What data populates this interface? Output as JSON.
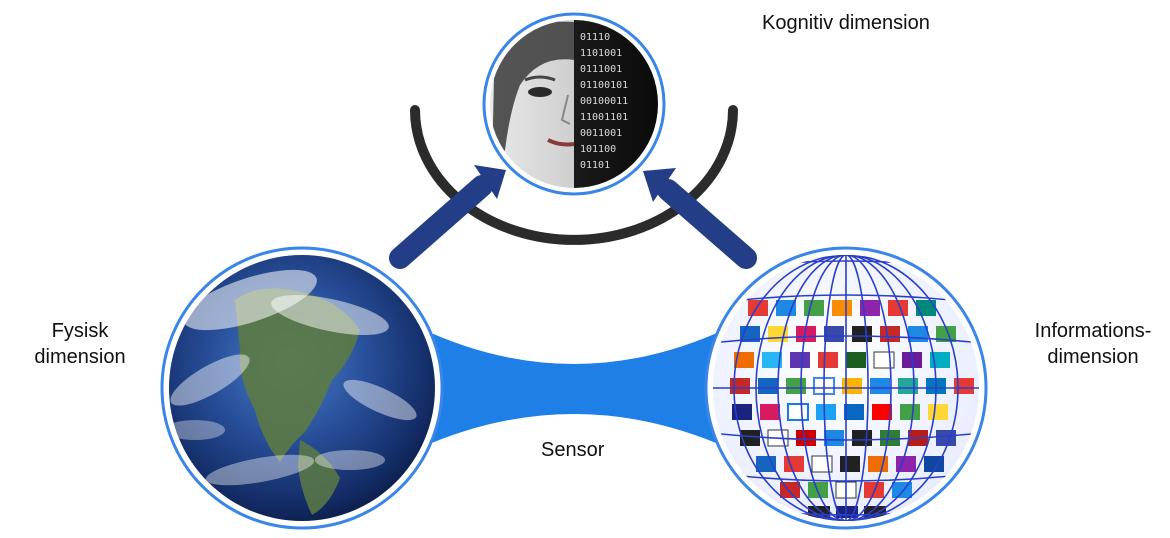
{
  "labels": {
    "cognitive": "Kognitiv dimension",
    "physical_line1": "Fysisk",
    "physical_line2": "dimension",
    "information_line1": "Informations-",
    "information_line2": "dimension",
    "sensor": "Sensor"
  },
  "colors": {
    "ring_blue": "#3a86e8",
    "sensor_blue": "#1e7fe6",
    "arrow_navy": "#233e86",
    "arc_dark": "#2b2b2b",
    "grid_blue": "#2a3fc8"
  },
  "icons": {
    "earth": "earth-globe-icon",
    "face": "human-face-binary-icon",
    "info": "media-logo-globe-icon"
  }
}
